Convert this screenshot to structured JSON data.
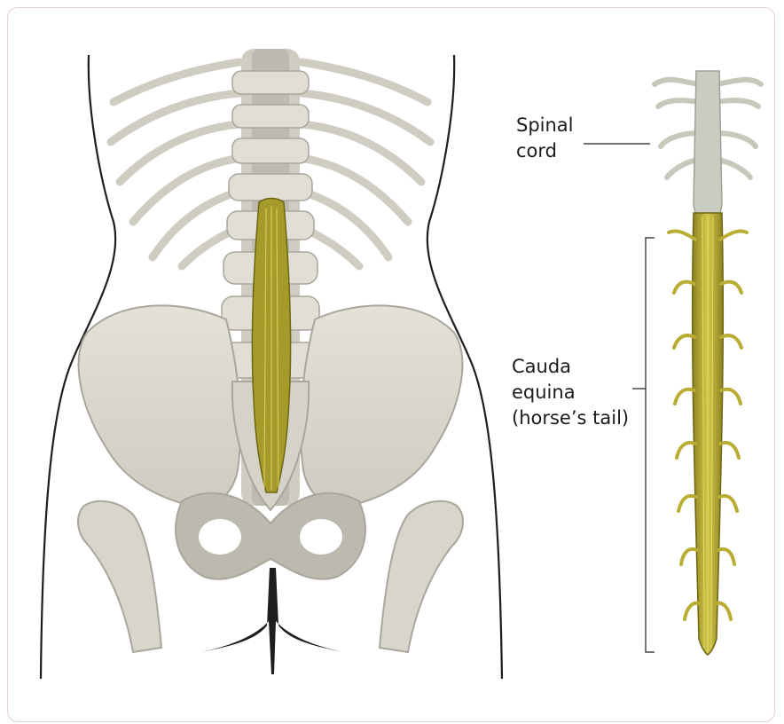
{
  "labels": {
    "spinal_cord": [
      "Spinal",
      "cord"
    ],
    "cauda_equina": [
      "Cauda",
      "equina",
      "(horse’s tail)"
    ]
  },
  "colors": {
    "bone": "#d8d5cc",
    "bone_shadow": "#a9a69c",
    "nerve": "#b9ad33",
    "nerve_dark": "#7d7418",
    "spinal_cord": "#c5c8bb",
    "outline": "#1e1e1e",
    "frame": "#e3cfd6"
  }
}
